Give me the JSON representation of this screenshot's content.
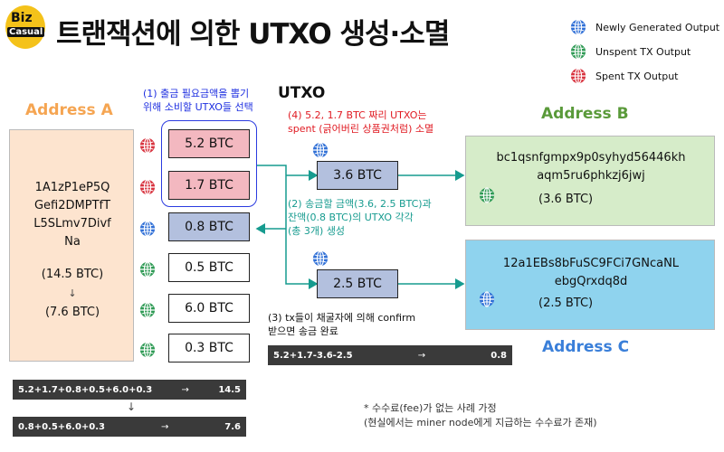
{
  "logo": {
    "line1": "Biz",
    "line2": "Casual"
  },
  "title": "트랜잭션에 의한 UTXO 생성·소멸",
  "legend": [
    {
      "label": "Newly Generated Output",
      "color": "#2f6fd6"
    },
    {
      "label": "Unspent TX Output",
      "color": "#2e9a54"
    },
    {
      "label": "Spent TX Output",
      "color": "#d8323e"
    }
  ],
  "address_a": {
    "title": "Address A",
    "address_lines": [
      "1A1zP1eP5Q",
      "Gefi2DMPTfT",
      "L5SLmv7Divf",
      "Na"
    ],
    "balance_before": "(14.5 BTC)",
    "arrow": "↓",
    "balance_after": "(7.6 BTC)"
  },
  "utxo_heading": "UTXO",
  "utxo_column": [
    {
      "value": "5.2 BTC",
      "kind": "spent"
    },
    {
      "value": "1.7 BTC",
      "kind": "spent"
    },
    {
      "value": "0.8 BTC",
      "kind": "new"
    },
    {
      "value": "0.5 BTC",
      "kind": "unspent"
    },
    {
      "value": "6.0 BTC",
      "kind": "unspent"
    },
    {
      "value": "0.3 BTC",
      "kind": "unspent"
    }
  ],
  "tx_outputs": [
    {
      "value": "3.6 BTC"
    },
    {
      "value": "2.5 BTC"
    }
  ],
  "annotations": {
    "a1": [
      "(1) 출금 필요금액을 뽑기",
      "위해 소비할 UTXO들 선택"
    ],
    "a4": [
      "(4) 5.2, 1.7 BTC 짜리 UTXO는",
      "spent (긁어버린 상품권처럼) 소멸"
    ],
    "a2": [
      "(2) 송금할 금액(3.6, 2.5 BTC)과",
      "잔액(0.8 BTC)의 UTXO 각각",
      "(총 3개) 생성"
    ],
    "a3": [
      "(3) tx들이 채굴자에 의해 confirm",
      "받으면 송금 완료"
    ]
  },
  "address_b": {
    "title": "Address B",
    "address_lines": [
      "bc1qsnfgmpx9p0syhyd56446kh",
      "aqm5ru6phkzj6jwj"
    ],
    "balance": "(3.6 BTC)"
  },
  "address_c": {
    "title": "Address C",
    "address_lines": [
      "12a1EBs8bFuSC9FCi7GNcaNL",
      "ebgQrxdq8d"
    ],
    "balance": "(2.5 BTC)"
  },
  "bars": {
    "tx": {
      "equation": "5.2+1.7-3.6-2.5",
      "arrow": "→",
      "result": "0.8"
    },
    "before": {
      "equation": "5.2+1.7+0.8+0.5+6.0+0.3",
      "arrow": "→",
      "result": "14.5"
    },
    "down_arrow": "↓",
    "after": {
      "equation": "0.8+0.5+6.0+0.3",
      "arrow": "→",
      "result": "7.6"
    }
  },
  "note": [
    "* 수수료(fee)가 없는 사례 가정",
    "(현실에서는 miner node에게 지급하는 수수료가 존재)"
  ],
  "colors": {
    "spent_fill": "#f3b8c0",
    "new_fill": "#b3c0de",
    "flow": "#169b8f",
    "spent_red": "#e01a22",
    "select_blue": "#2b3be0"
  }
}
